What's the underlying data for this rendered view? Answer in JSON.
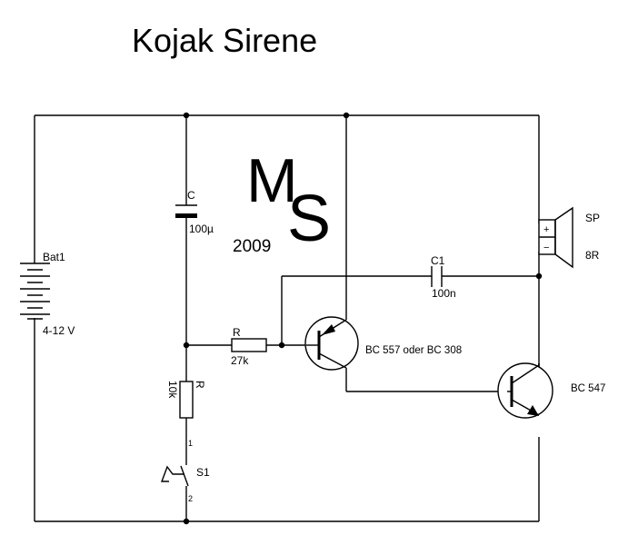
{
  "title": "Kojak Sirene",
  "logo": {
    "letters": "MS",
    "year": "2009"
  },
  "components": {
    "battery": {
      "name": "Bat1",
      "value": "4-12 V"
    },
    "capacitor_c": {
      "name": "C",
      "value": "100µ"
    },
    "capacitor_c1": {
      "name": "C1",
      "value": "100n"
    },
    "resistor_r_horizontal": {
      "name": "R",
      "value": "27k"
    },
    "resistor_r_vertical": {
      "name": "R",
      "value": "10k"
    },
    "switch": {
      "name": "S1",
      "pin1": "1",
      "pin2": "2"
    },
    "transistor_pnp": {
      "name": "BC 557 oder BC 308"
    },
    "transistor_npn": {
      "name": "BC 547"
    },
    "speaker": {
      "name": "SP",
      "value": "8R",
      "plus": "+",
      "minus": "−"
    }
  }
}
